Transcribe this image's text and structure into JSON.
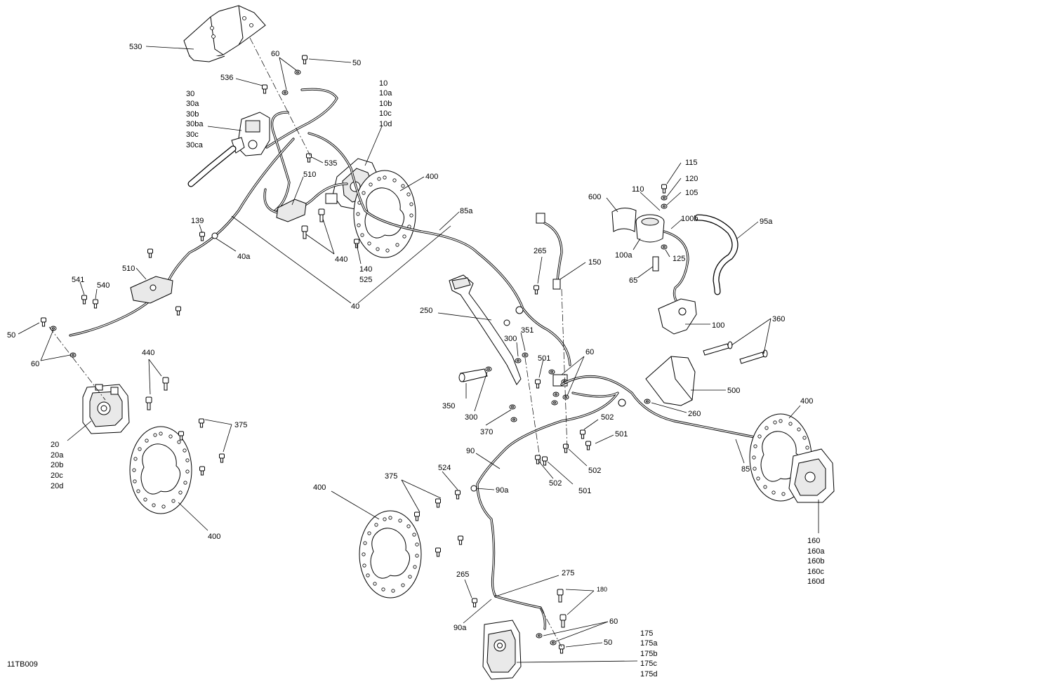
{
  "drawing_code": "11TB009",
  "labels": {
    "l530": "530",
    "l60a": "60",
    "l50a": "50",
    "l536": "536",
    "l30": "30",
    "l30a": "30a",
    "l30b": "30b",
    "l30ba": "30ba",
    "l30c": "30c",
    "l30ca": "30ca",
    "l10": "10",
    "l10a": "10a",
    "l10b": "10b",
    "l10c": "10c",
    "l10d": "10d",
    "l535": "535",
    "l510a": "510",
    "l400a": "400",
    "l85a": "85a",
    "l139": "139",
    "l40a": "40a",
    "l440a": "440",
    "l140": "140",
    "l525": "525",
    "l510b": "510",
    "l541": "541",
    "l540": "540",
    "l40": "40",
    "l50b": "50",
    "l60b": "60",
    "l440b": "440",
    "l20": "20",
    "l20a": "20a",
    "l20b": "20b",
    "l20c": "20c",
    "l20d": "20d",
    "l375a": "375",
    "l400b": "400",
    "l265a": "265",
    "l150": "150",
    "l250": "250",
    "l351": "351",
    "l300a": "300",
    "l501a": "501",
    "l60c": "60",
    "l350": "350",
    "l300b": "300",
    "l370": "370",
    "l502a": "502",
    "l501b": "501",
    "l502b": "502",
    "l502c": "502",
    "l501c": "501",
    "l90": "90",
    "l524": "524",
    "l90a": "90a",
    "l375b": "375",
    "l400c": "400",
    "l265b": "265",
    "l275": "275",
    "l180": "180",
    "l90a2": "90a",
    "l60d": "60",
    "l50c": "50",
    "l175": "175",
    "l175a": "175a",
    "l175b": "175b",
    "l175c": "175c",
    "l175d": "175d",
    "l600": "600",
    "l110": "110",
    "l115": "115",
    "l120": "120",
    "l105": "105",
    "l100b": "100b",
    "l95a": "95a",
    "l100a": "100a",
    "l125": "125",
    "l65": "65",
    "l100": "100",
    "l360": "360",
    "l500": "500",
    "l260": "260",
    "l400d": "400",
    "l85": "85",
    "l160": "160",
    "l160a": "160a",
    "l160b": "160b",
    "l160c": "160c",
    "l160d": "160d"
  }
}
